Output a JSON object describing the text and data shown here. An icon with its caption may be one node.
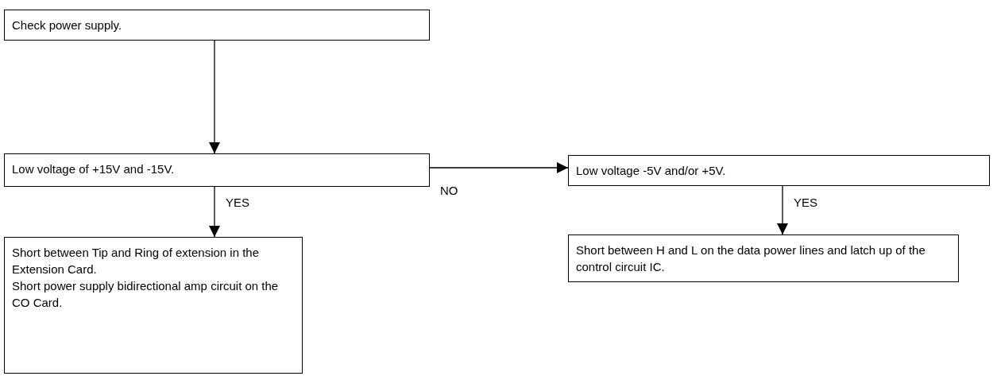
{
  "diagram": {
    "nodes": [
      {
        "text": [
          "Check power supply."
        ]
      },
      {
        "text": [
          "Low voltage of +15V and -15V."
        ]
      },
      {
        "text": [
          "Short between Tip and Ring of extension in the Extension Card.",
          "Short power supply bidirectional amp circuit on the CO Card."
        ]
      },
      {
        "text": [
          "Low voltage -5V and/or +5V."
        ]
      },
      {
        "text": [
          "Short between H and L on the data power lines and latch up of the control circuit IC."
        ]
      }
    ],
    "edges": [
      {
        "from": 0,
        "to": 1,
        "arrow": "to"
      },
      {
        "from": 1,
        "to": 2,
        "arrow": "to",
        "label": "YES"
      },
      {
        "from": 1,
        "to": 3,
        "arrow": "to",
        "label": "NO"
      },
      {
        "from": 3,
        "to": 4,
        "arrow": "to",
        "label": "YES"
      }
    ]
  }
}
